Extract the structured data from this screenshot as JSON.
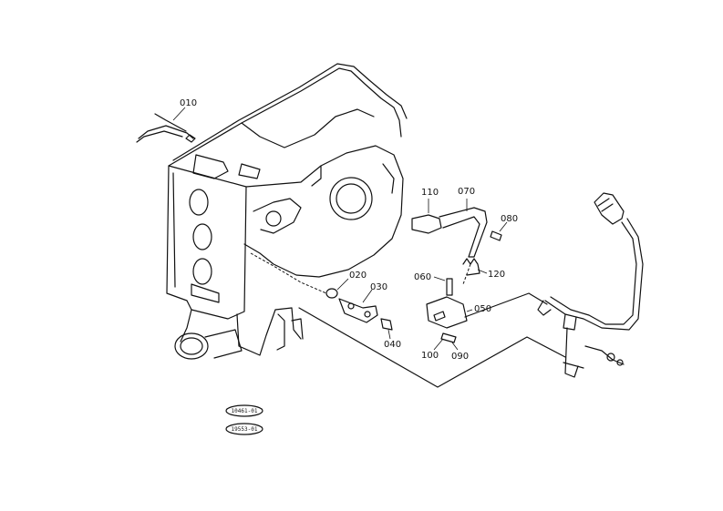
{
  "parts": [
    {
      "id": "p010",
      "label": "010"
    },
    {
      "id": "p020",
      "label": "020"
    },
    {
      "id": "p030",
      "label": "030"
    },
    {
      "id": "p040",
      "label": "040"
    },
    {
      "id": "p050",
      "label": "050"
    },
    {
      "id": "p060",
      "label": "060"
    },
    {
      "id": "p070",
      "label": "070"
    },
    {
      "id": "p080",
      "label": "080"
    },
    {
      "id": "p090",
      "label": "090"
    },
    {
      "id": "p100",
      "label": "100"
    },
    {
      "id": "p110",
      "label": "110"
    },
    {
      "id": "p120",
      "label": "120"
    }
  ],
  "badges": {
    "top": "10461-01",
    "bottom": "19553-01"
  }
}
